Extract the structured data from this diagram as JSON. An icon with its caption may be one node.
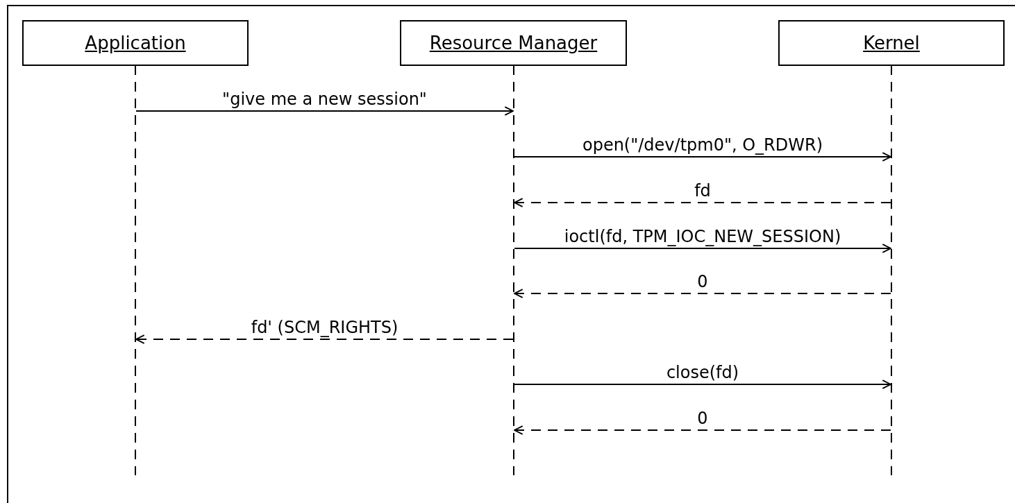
{
  "diagram": {
    "nodes": [
      {
        "text": [
          "Application"
        ]
      },
      {
        "text": [
          "Resource Manager"
        ]
      },
      {
        "text": [
          "Kernel"
        ]
      },
      {
        "text": [],
        "shape": "line"
      },
      {
        "text": [],
        "shape": "line"
      },
      {
        "text": [],
        "shape": "line"
      }
    ],
    "edges": [
      {
        "from": 3,
        "to": 4,
        "arrow": "to",
        "label": "\"give me a new session\""
      },
      {
        "from": 4,
        "to": 5,
        "arrow": "to",
        "label": "open(\"/dev/tpm0\", O_RDWR)"
      },
      {
        "from": 5,
        "to": 4,
        "arrow": "to",
        "label": "fd",
        "style": "dashed"
      },
      {
        "from": 4,
        "to": 5,
        "arrow": "to",
        "label": "ioctl(fd, TPM_IOC_NEW_SESSION)"
      },
      {
        "from": 5,
        "to": 4,
        "arrow": "to",
        "label": "0",
        "style": "dashed"
      },
      {
        "from": 4,
        "to": 3,
        "arrow": "to",
        "label": "fd' (SCM_RIGHTS)",
        "style": "dashed"
      },
      {
        "from": 4,
        "to": 5,
        "arrow": "to",
        "label": "close(fd)"
      },
      {
        "from": 5,
        "to": 4,
        "arrow": "to",
        "label": "0",
        "style": "dashed"
      }
    ]
  }
}
